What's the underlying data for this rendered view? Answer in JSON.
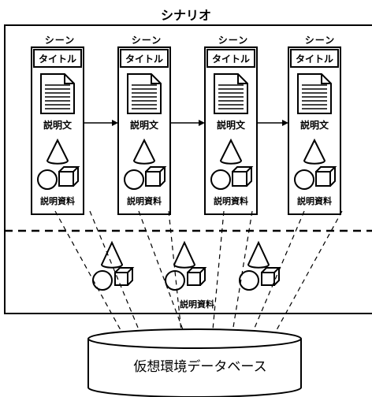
{
  "title": "シナリオ",
  "scenes": [
    {
      "scene_label": "シーン",
      "title_label": "タイトル",
      "description_label": "説明文",
      "materials_label": "説明資料"
    },
    {
      "scene_label": "シーン",
      "title_label": "タイトル",
      "description_label": "説明文",
      "materials_label": "説明資料"
    },
    {
      "scene_label": "シーン",
      "title_label": "タイトル",
      "description_label": "説明文",
      "materials_label": "説明資料"
    },
    {
      "scene_label": "シーン",
      "title_label": "タイトル",
      "description_label": "説明文",
      "materials_label": "説明資料"
    }
  ],
  "database": {
    "materials_label": "説明資料",
    "label": "仮想環境データベース"
  }
}
